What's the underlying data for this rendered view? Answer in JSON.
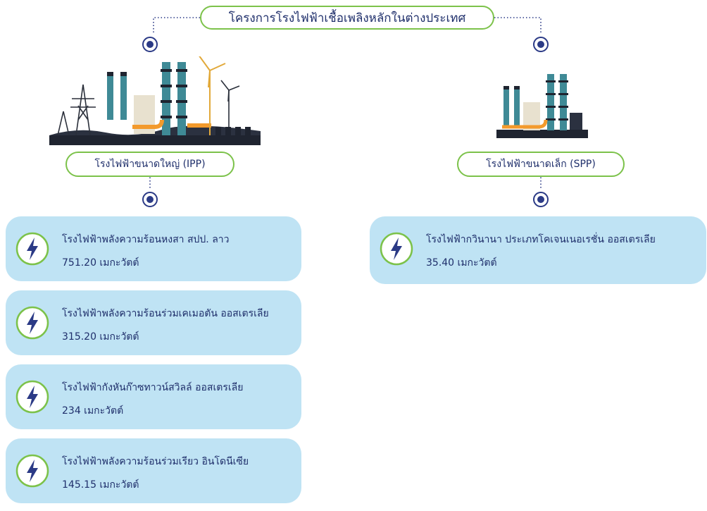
{
  "title": "โครงการโรงไฟฟ้าเชื้อเพลิงหลักในต่างประเทศ",
  "colors": {
    "accent_green": "#7cc24a",
    "navy": "#1f2f6b",
    "card_bg": "#bfe3f4",
    "dot": "#2b3a86"
  },
  "ipp": {
    "label": "โรงไฟฟ้าขนาดใหญ่ (IPP)",
    "icon": "power-plant-wind-illustration",
    "plants": [
      {
        "name": "โรงไฟฟ้าพลังความร้อนหงสา สปป. ลาว",
        "capacity": "751.20 เมกะวัตต์"
      },
      {
        "name": "โรงไฟฟ้าพลังความร้อนร่วมเคเมอตัน ออสเตรเลีย",
        "capacity": "315.20 เมกะวัตต์"
      },
      {
        "name": "โรงไฟฟ้ากังหันก๊าซทาวน์สวิลล์ ออสเตรเลีย",
        "capacity": "234 เมกะวัตต์"
      },
      {
        "name": "โรงไฟฟ้าพลังความร้อนร่วมเรียว อินโดนีเซีย",
        "capacity": "145.15 เมกะวัตต์"
      }
    ]
  },
  "spp": {
    "label": "โรงไฟฟ้าขนาดเล็ก (SPP)",
    "icon": "power-plant-illustration",
    "plants": [
      {
        "name": "โรงไฟฟ้ากวินานา ประเภทโคเจนเนอเรชั่น ออสเตรเลีย",
        "capacity": "35.40 เมกะวัตต์"
      }
    ]
  }
}
